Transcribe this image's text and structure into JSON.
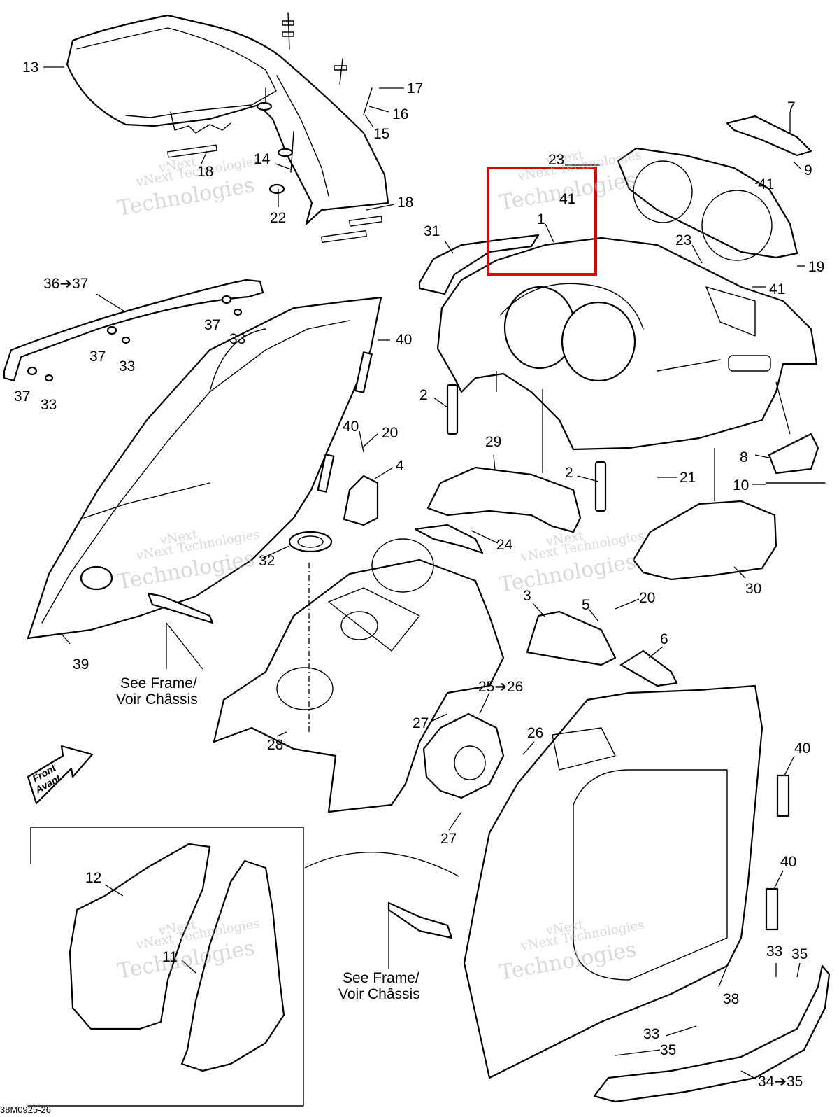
{
  "diagram": {
    "callouts": [
      {
        "id": "c13",
        "label": "13"
      },
      {
        "id": "c17",
        "label": "17"
      },
      {
        "id": "c16",
        "label": "16"
      },
      {
        "id": "c15",
        "label": "15"
      },
      {
        "id": "c14",
        "label": "14"
      },
      {
        "id": "c18a",
        "label": "18"
      },
      {
        "id": "c18b",
        "label": "18"
      },
      {
        "id": "c22",
        "label": "22"
      },
      {
        "id": "c7",
        "label": "7"
      },
      {
        "id": "c9",
        "label": "9"
      },
      {
        "id": "c23a",
        "label": "23"
      },
      {
        "id": "c41a",
        "label": "41"
      },
      {
        "id": "c41b",
        "label": "41"
      },
      {
        "id": "c1",
        "label": "1"
      },
      {
        "id": "c23b",
        "label": "23"
      },
      {
        "id": "c19",
        "label": "19"
      },
      {
        "id": "c41c",
        "label": "41"
      },
      {
        "id": "c31",
        "label": "31"
      },
      {
        "id": "c36",
        "label": "36➔37"
      },
      {
        "id": "c37a",
        "label": "37"
      },
      {
        "id": "c33a",
        "label": "33"
      },
      {
        "id": "c37b",
        "label": "37"
      },
      {
        "id": "c33b",
        "label": "33"
      },
      {
        "id": "c37c",
        "label": "37"
      },
      {
        "id": "c33c",
        "label": "33"
      },
      {
        "id": "c40a",
        "label": "40"
      },
      {
        "id": "c40b",
        "label": "40"
      },
      {
        "id": "c2a",
        "label": "2"
      },
      {
        "id": "c20a",
        "label": "20"
      },
      {
        "id": "c4",
        "label": "4"
      },
      {
        "id": "c29",
        "label": "29"
      },
      {
        "id": "c2b",
        "label": "2"
      },
      {
        "id": "c8",
        "label": "8"
      },
      {
        "id": "c21",
        "label": "21"
      },
      {
        "id": "c10",
        "label": "10"
      },
      {
        "id": "c32",
        "label": "32"
      },
      {
        "id": "c24",
        "label": "24"
      },
      {
        "id": "c30",
        "label": "30"
      },
      {
        "id": "c39",
        "label": "39"
      },
      {
        "id": "c3",
        "label": "3"
      },
      {
        "id": "c5",
        "label": "5"
      },
      {
        "id": "c20b",
        "label": "20"
      },
      {
        "id": "c6",
        "label": "6"
      },
      {
        "id": "c25",
        "label": "25➔26"
      },
      {
        "id": "c27a",
        "label": "27"
      },
      {
        "id": "c26",
        "label": "26"
      },
      {
        "id": "c28",
        "label": "28"
      },
      {
        "id": "c27b",
        "label": "27"
      },
      {
        "id": "c40c",
        "label": "40"
      },
      {
        "id": "c40d",
        "label": "40"
      },
      {
        "id": "c12",
        "label": "12"
      },
      {
        "id": "c11",
        "label": "11"
      },
      {
        "id": "c33d",
        "label": "33"
      },
      {
        "id": "c35a",
        "label": "35"
      },
      {
        "id": "c38",
        "label": "38"
      },
      {
        "id": "c33e",
        "label": "33"
      },
      {
        "id": "c35b",
        "label": "35"
      },
      {
        "id": "c34",
        "label": "34➔35"
      }
    ],
    "notes": {
      "see_frame_1_line1": "See Frame/",
      "see_frame_1_line2": "Voir Châssis",
      "see_frame_2_line1": "See Frame/",
      "see_frame_2_line2": "Voir Châssis"
    },
    "front_arrow": {
      "line1": "Front",
      "line2": "Avant"
    },
    "watermark": {
      "line1": "vNext",
      "line2": "vNext Technologies",
      "line3": "Technologies"
    },
    "corner_code": "38M0925-26",
    "colors": {
      "line": "#000000",
      "highlight": "#e00000",
      "watermark": "#b9b9b9"
    }
  }
}
